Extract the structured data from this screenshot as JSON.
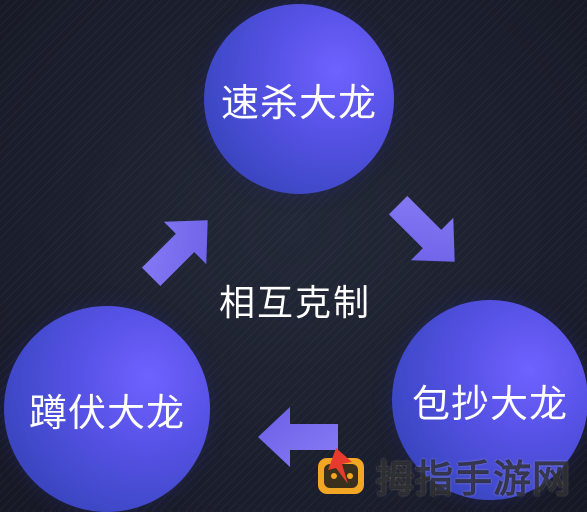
{
  "diagram": {
    "nodes": {
      "top": "速杀大龙",
      "right": "包抄大龙",
      "left": "蹲伏大龙"
    },
    "center_label": "相互克制"
  },
  "colors": {
    "background": "#1c2030",
    "node_gradient_light": "#6f62ff",
    "node_gradient_dark": "#2f3aa6",
    "arrow": "#7a6ef2"
  },
  "watermark": {
    "text": "拇指手游网",
    "logo_icon": "gamepad-logo-icon"
  }
}
